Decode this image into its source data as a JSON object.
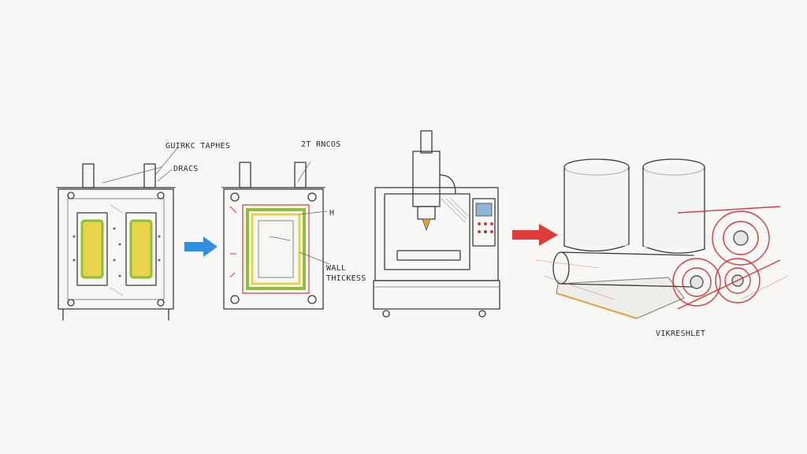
{
  "labels": {
    "mold1_top": "GUIRKC TAPHES",
    "mold1_side": "DRACS",
    "mold2_top": "2T RNCOS",
    "mold2_side": "H",
    "mold2_wall_line1": "WALL",
    "mold2_wall_line2": "THICKESS",
    "rolls_caption": "VIKRESHLET"
  },
  "colors": {
    "blue_arrow": "#2f8fe0",
    "red_arrow": "#e03b3b",
    "cavity_yellow": "#e7d24a",
    "cavity_green": "#8fbf3a",
    "red_accent": "#d83a3a",
    "machine_screen": "#8fb4d8"
  },
  "icons": [
    "blue-arrow-icon",
    "red-arrow-icon"
  ]
}
